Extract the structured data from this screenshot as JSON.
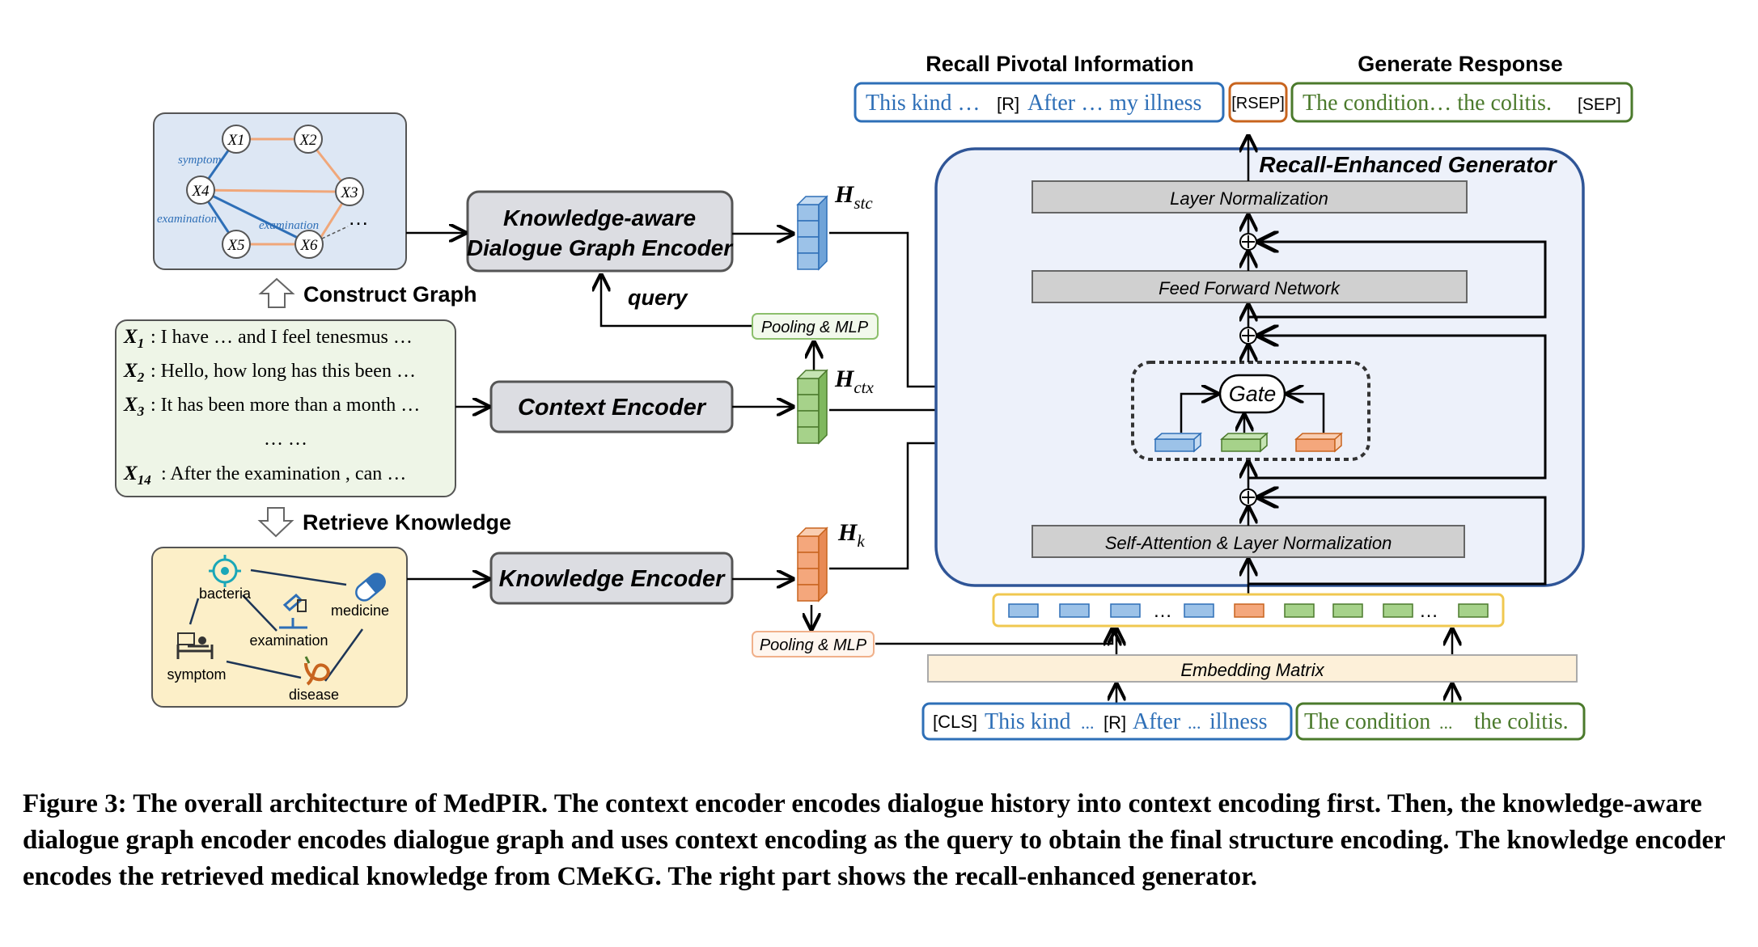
{
  "headers": {
    "recall": "Recall Pivotal Information",
    "generate": "Generate Response"
  },
  "output_seq": {
    "recall_a": "This kind …",
    "r_token": "[R]",
    "recall_b": "After … my illness",
    "rsep": "[RSEP]",
    "response": "The condition…  the colitis.",
    "sep": "[SEP]"
  },
  "graph": {
    "nodes": [
      "X1",
      "X2",
      "X3",
      "X4",
      "X5",
      "X6"
    ],
    "edge_symptom": "symptom",
    "edge_exam_left": "examination",
    "edge_exam_right": "examination",
    "ellipsis": "…"
  },
  "labels": {
    "construct_graph": "Construct Graph",
    "retrieve_knowledge": "Retrieve Knowledge",
    "query": "query",
    "pooling_mlp_top": "Pooling & MLP",
    "pooling_mlp_bottom": "Pooling & MLP"
  },
  "encoders": {
    "graph_encoder_l1": "Knowledge-aware",
    "graph_encoder_l2": "Dialogue Graph Encoder",
    "context_encoder": "Context Encoder",
    "knowledge_encoder": "Knowledge Encoder"
  },
  "hidden": {
    "h_stc": "H",
    "h_stc_sub": "stc",
    "h_ctx": "H",
    "h_ctx_sub": "ctx",
    "h_k": "H",
    "h_k_sub": "k"
  },
  "dialogue": {
    "lines": [
      {
        "speaker": "X",
        "sub": "1",
        "text": ": I have … and I feel tenesmus …"
      },
      {
        "speaker": "X",
        "sub": "2",
        "text": ": Hello, how long has this been …"
      },
      {
        "speaker": "X",
        "sub": "3",
        "text": ": It has been more than a month …"
      },
      {
        "speaker": "",
        "sub": "",
        "text": "… …"
      },
      {
        "speaker": "X",
        "sub": "14",
        "text": ": After the examination  , can …"
      }
    ]
  },
  "knowledge": {
    "bacteria": "bacteria",
    "medicine": "medicine",
    "examination": "examination",
    "symptom": "symptom",
    "disease": "disease"
  },
  "generator": {
    "title": "Recall-Enhanced Generator",
    "layer_norm": "Layer Normalization",
    "ffn": "Feed Forward Network",
    "gate": "Gate",
    "self_attn": "Self-Attention & Layer Normalization",
    "embedding": "Embedding Matrix",
    "dots1": "…",
    "dots2": "…"
  },
  "input_seq": {
    "cls": "[CLS]",
    "recall_a": "This kind",
    "dots_a": "...",
    "r_token": "[R]",
    "recall_b": "After",
    "dots_b": "...",
    "recall_c": "illness",
    "response_a": "The condition",
    "dots_c": "...",
    "response_b": "the colitis."
  },
  "caption": "Figure 3: The overall architecture of MedPIR. The context encoder encodes dialogue history into context encoding first. Then, the knowledge-aware dialogue graph encoder encodes dialogue graph and uses context encoding as the query to obtain the final structure encoding. The knowledge encoder encodes the retrieved medical knowledge from CMeKG. The right part shows the recall-enhanced generator.",
  "colors": {
    "blue": "#2e6fb7",
    "green": "#4b7a2c",
    "orange": "#c8641e",
    "node_blue": "#9cc2e8",
    "node_green": "#a6d28a",
    "node_orange": "#f4a77c",
    "graph_bg": "#dde7f4",
    "context_bg": "#eef5e7",
    "knowledge_bg": "#fcefc8",
    "generator_bg": "#edf1fa",
    "generator_border": "#2f5597",
    "encoder_fill": "#dcdde2",
    "layer_fill": "#d0d0d0"
  }
}
